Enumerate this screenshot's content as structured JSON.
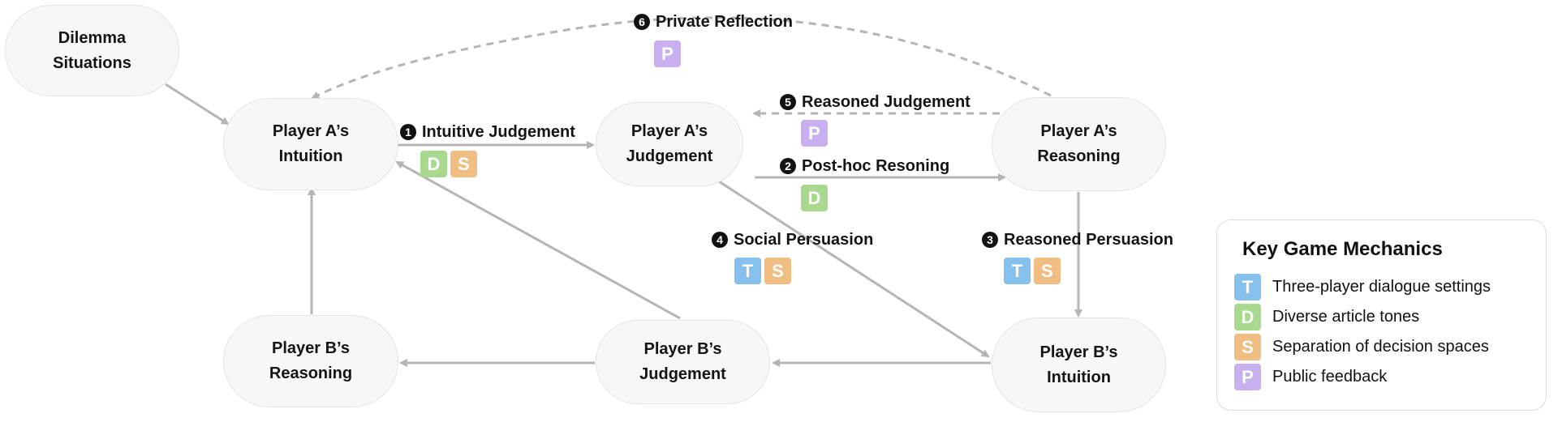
{
  "nodes": {
    "dilemma": [
      "Dilemma",
      "Situations"
    ],
    "a_intuition": [
      "Player A’s",
      "Intuition"
    ],
    "a_judgement": [
      "Player A’s",
      "Judgement"
    ],
    "a_reasoning": [
      "Player A’s",
      "Reasoning"
    ],
    "b_reasoning": [
      "Player B’s",
      "Reasoning"
    ],
    "b_judgement": [
      "Player B’s",
      "Judgement"
    ],
    "b_intuition": [
      "Player B’s",
      "Intuition"
    ]
  },
  "edge_labels": {
    "intuitive_judgement": {
      "num": "1",
      "text": "Intuitive Judgement",
      "badges": [
        "D",
        "S"
      ]
    },
    "post_hoc": {
      "num": "2",
      "text": "Post-hoc Resoning",
      "badges": [
        "D"
      ]
    },
    "reasoned_persuasion": {
      "num": "3",
      "text": "Reasoned Persuasion",
      "badges": [
        "T",
        "S"
      ]
    },
    "social_persuasion": {
      "num": "4",
      "text": "Social Persuasion",
      "badges": [
        "T",
        "S"
      ]
    },
    "reasoned_judgement": {
      "num": "5",
      "text": "Reasoned Judgement",
      "badges": [
        "P"
      ]
    },
    "private_reflection": {
      "num": "6",
      "text": "Private Reflection",
      "badges": [
        "P"
      ]
    }
  },
  "key": {
    "title": "Key Game Mechanics",
    "items": [
      {
        "letter": "T",
        "text": "Three-player dialogue settings"
      },
      {
        "letter": "D",
        "text": "Diverse article tones"
      },
      {
        "letter": "S",
        "text": "Separation of decision spaces"
      },
      {
        "letter": "P",
        "text": "Public feedback"
      }
    ]
  },
  "colors": {
    "T": "#86c1ee",
    "D": "#a9d98e",
    "S": "#f0bd82",
    "P": "#c8b0f0",
    "arrow": "#b5b5b5"
  }
}
